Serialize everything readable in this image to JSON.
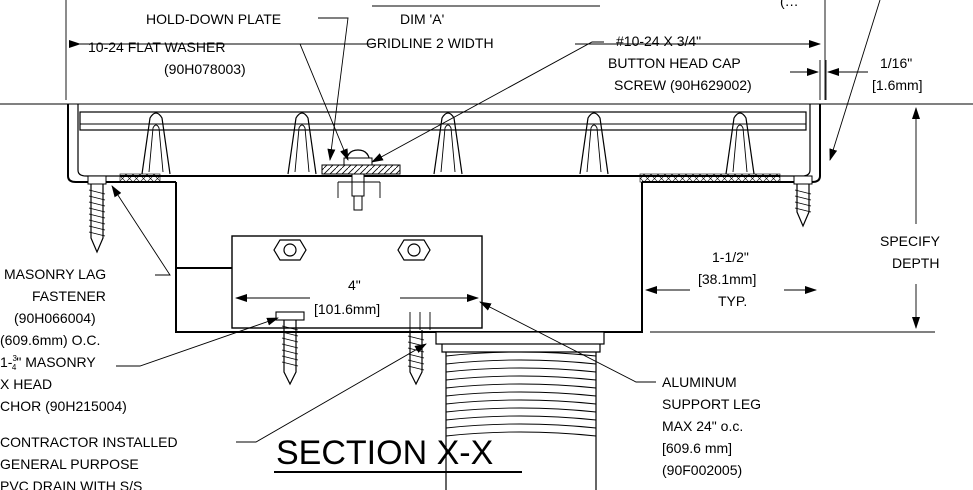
{
  "labels": {
    "hold_down_plate": "HOLD-DOWN PLATE",
    "dim_a": "DIM 'A'",
    "gridline_width": "GRIDLINE 2 WIDTH",
    "flat_washer_1": "10-24 FLAT WASHER",
    "flat_washer_2": "(90H078003)",
    "cap_screw_1": "#10-24 X 3/4\"",
    "cap_screw_2": "BUTTON HEAD CAP",
    "cap_screw_3": "SCREW (90H629002)",
    "gap_1": "1/16\"",
    "gap_2": "[1.6mm]",
    "specify_1": "SPECIFY",
    "specify_2": "DEPTH",
    "leg_offset_1": "1-1/2\"",
    "leg_offset_2": "[38.1mm]",
    "leg_offset_3": "TYP.",
    "leg_width_1": "4\"",
    "leg_width_2": "[101.6mm]",
    "lag_1": "MASONRY LAG",
    "lag_2": "FASTENER",
    "lag_3": "(90H066004)",
    "lag_4": "(609.6mm) O.C.",
    "anchor_1a": "1-",
    "anchor_1_frac_num": "3",
    "anchor_1_frac_den": "4",
    "anchor_1b": "\" MASONRY",
    "anchor_2": "X HEAD",
    "anchor_3": "CHOR (90H215004)",
    "drain_1": "CONTRACTOR INSTALLED",
    "drain_2": "GENERAL PURPOSE",
    "drain_3": "PVC DRAIN WITH S/S",
    "support_1": "ALUMINUM",
    "support_2": "SUPPORT LEG",
    "support_3": "MAX 24\" o.c.",
    "support_4": "[609.6 mm]",
    "support_5": "(90F002005)",
    "section_title": "SECTION X-X",
    "top_cut": "(…"
  }
}
